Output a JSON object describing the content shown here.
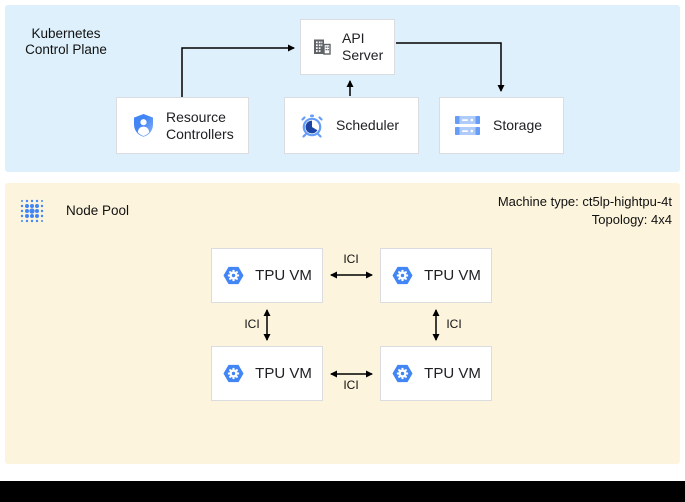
{
  "colors": {
    "control_plane_bg": "#def0fb",
    "node_pool_bg": "#fcf4dc",
    "google_blue": "#4285f4",
    "google_blue_light": "#aecbfa",
    "google_blue_mid": "#669df6",
    "icon_gray": "#5f6368",
    "box_border": "#dadce0",
    "arrow": "#000000"
  },
  "control_plane": {
    "title": "Kubernetes Control Plane",
    "api_server_label": "API Server",
    "resource_controllers_label": "Resource Controllers",
    "scheduler_label": "Scheduler",
    "storage_label": "Storage"
  },
  "node_pool": {
    "title": "Node Pool",
    "machine_type": "Machine type: ct5lp-hightpu-4t",
    "topology": "Topology: 4x4",
    "ici_label": "ICI",
    "vms": [
      "TPU VM",
      "TPU VM",
      "TPU VM",
      "TPU VM"
    ]
  },
  "icons": {
    "api_server": "building-icon",
    "resource_controllers": "shield-user-icon",
    "scheduler": "alarm-clock-icon",
    "storage": "storage-disks-icon",
    "node_pool": "dot-grid-icon",
    "tpu_vm": "gke-hexagon-gear-icon"
  }
}
